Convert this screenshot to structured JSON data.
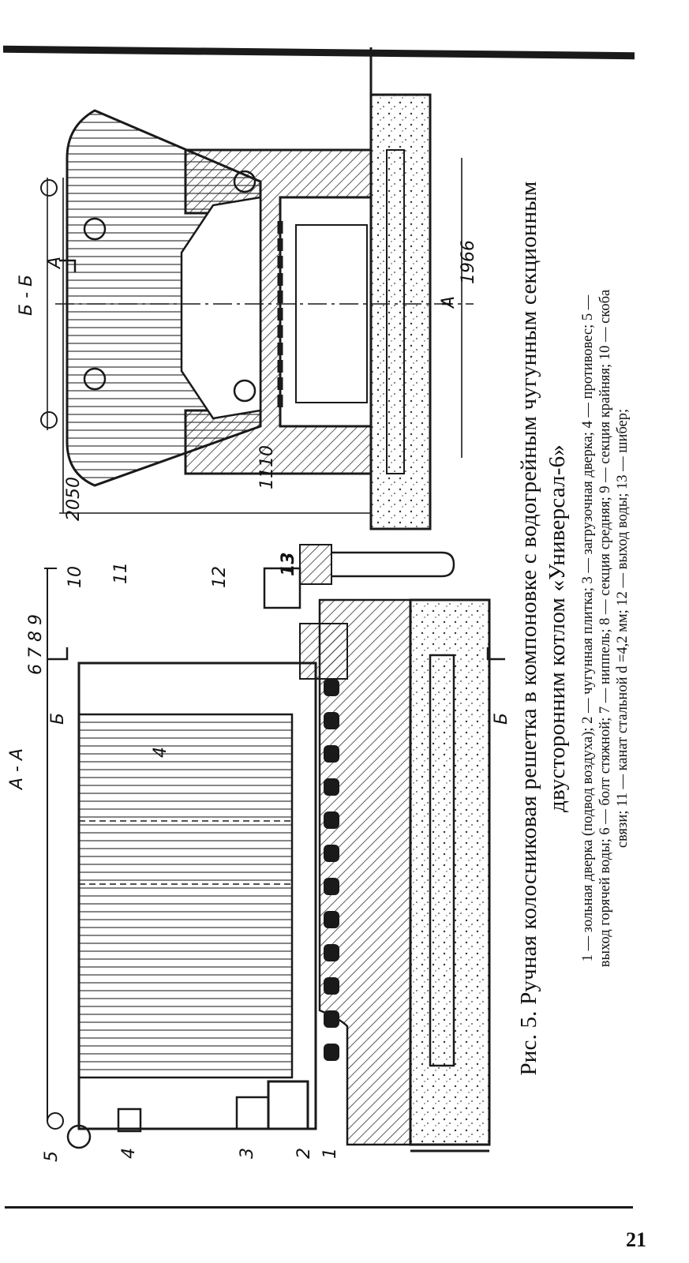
{
  "page": {
    "number": "21"
  },
  "caption": {
    "title_line1": "Рис. 5. Ручная колосниковая решетка в компоновке с водогрейным чугунным секционным",
    "title_line2": "двусторонним котлом «Универсал-6»",
    "legend_line1": "1 — зольная дверка (подвод воздуха); 2 — чугунная плитка; 3 — загрузочная дверка; 4 — противовес; 5 —",
    "legend_line2": "выход горячей воды; 6 — болт стяжной; 7 — ниппель; 8 — секция средняя; 9 — секция крайняя; 10 — скоба",
    "legend_line3": "связи; 11 — канат стальной d =4,2 мм; 12 — выход воды; 13 — шибер;"
  },
  "drawing_left": {
    "section_label": "А - А",
    "cut_label_top": "Б",
    "cut_label_bottom": "Б",
    "labels": [
      "1",
      "2",
      "3",
      "4",
      "5",
      "6",
      "7",
      "8",
      "9",
      "10",
      "11",
      "12",
      "13"
    ],
    "labels_compact": "6 7 8 9",
    "inner_label": "4"
  },
  "drawing_right": {
    "section_label": "Б - Б",
    "cut_label_a_top": "А",
    "cut_label_a_bottom": "А",
    "dim_width": "1966",
    "dim_height": "2050",
    "dim_lower": "1110"
  },
  "colors": {
    "ink": "#1a1a1a",
    "hatch": "#444444",
    "paper": "#ffffff"
  }
}
